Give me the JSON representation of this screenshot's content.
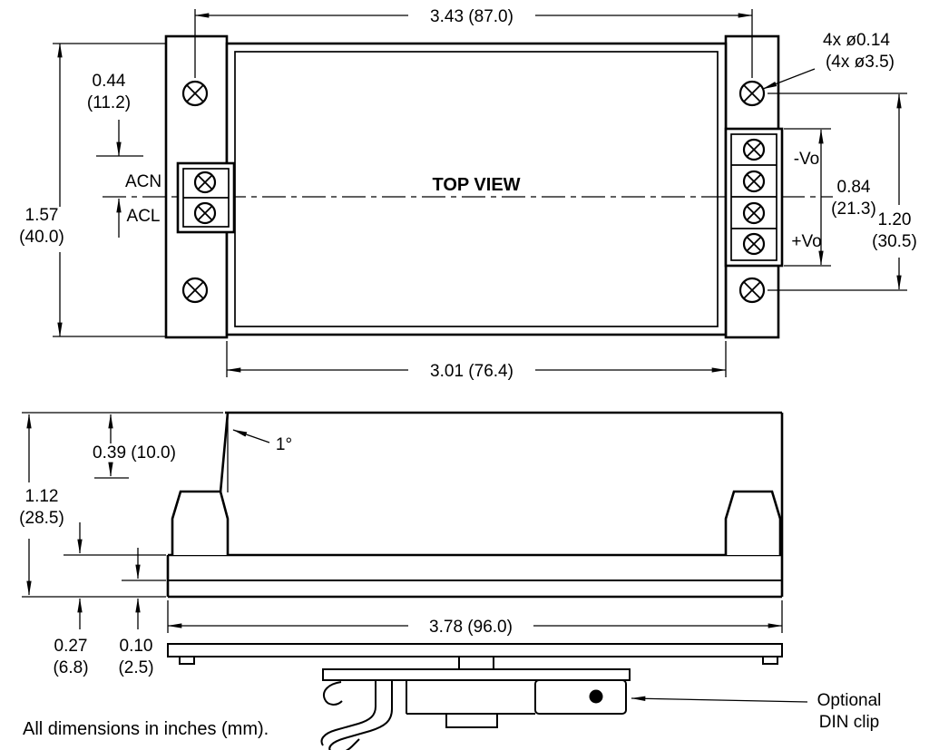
{
  "footer_note": "All dimensions in inches (mm).",
  "top_view": {
    "title": "TOP VIEW",
    "labels": {
      "acn": "ACN",
      "acl": "ACL",
      "neg_vo": "-Vo",
      "pos_vo": "+Vo"
    },
    "dims": {
      "mount_hole_spacing": "3.43 (87.0)",
      "body_width": "3.01 (76.4)",
      "height_in": "1.57",
      "height_mm": "(40.0)",
      "ac_offset_in": "0.44",
      "ac_offset_mm": "(11.2)",
      "terminal_span_in": "0.84",
      "terminal_span_mm": "(21.3)",
      "hole_spacing_in": "1.20",
      "hole_spacing_mm": "(30.5)",
      "hole_callout_in": "4x ø0.14",
      "hole_callout_mm": "(4x ø3.5)"
    }
  },
  "side_view": {
    "dims": {
      "draft_angle": "1°",
      "top_lip": "0.39 (10.0)",
      "height_in": "1.12",
      "height_mm": "(28.5)",
      "flange_in": "0.27",
      "flange_mm": "(6.8)",
      "base_in": "0.10",
      "base_mm": "(2.5)",
      "overall_width": "3.78 (96.0)"
    },
    "din_clip_line1": "Optional",
    "din_clip_line2": "DIN clip"
  }
}
